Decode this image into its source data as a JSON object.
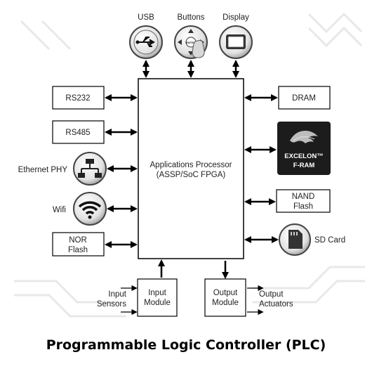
{
  "center": {
    "line1": "Applications Processor",
    "line2": "(ASSP/SoC FPGA)"
  },
  "top_icons": {
    "usb": "USB",
    "buttons": "Buttons",
    "display": "Display",
    "button_center_text": "ENTER"
  },
  "left": {
    "rs232": "RS232",
    "rs485": "RS485",
    "ethernet": "Ethernet PHY",
    "wifi": "Wifi",
    "nor_line1": "NOR",
    "nor_line2": "Flash"
  },
  "right": {
    "dram": "DRAM",
    "fram_line1": "EXCELON™",
    "fram_line2": "F-RAM",
    "nand_line1": "NAND",
    "nand_line2": "Flash",
    "sd_card": "SD Card"
  },
  "bottom": {
    "input_sensors_line1": "Input",
    "input_sensors_line2": "Sensors",
    "input_module_line1": "Input",
    "input_module_line2": "Module",
    "output_module_line1": "Output",
    "output_module_line2": "Module",
    "output_actuators_line1": "Output",
    "output_actuators_line2": "Actuators"
  },
  "caption": "Programmable Logic Controller (PLC)",
  "icons": [
    "usb-icon",
    "buttons-icon",
    "display-icon",
    "ethernet-icon",
    "wifi-icon",
    "sd-card-icon",
    "excelon-chip-icon"
  ],
  "colors": {
    "line": "#000000",
    "chip": "#1c1c1c",
    "icon_ring": "#444444",
    "watermark": "#e6e6e6"
  }
}
